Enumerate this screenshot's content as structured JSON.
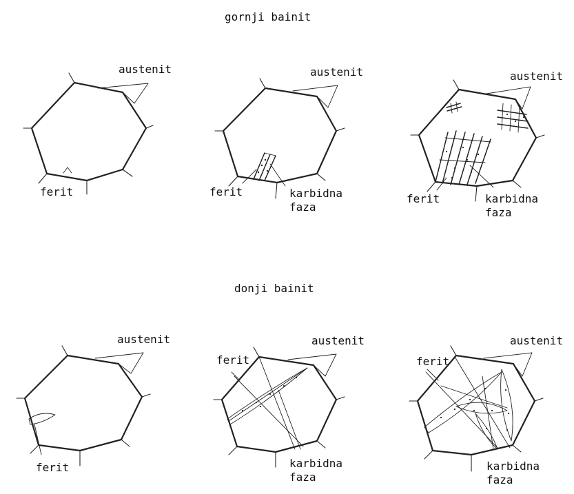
{
  "rows": [
    {
      "title": "gornji bainit",
      "panels": [
        {
          "austenite": "austenit",
          "ferrite": "ferit"
        },
        {
          "austenite": "austenit",
          "ferrite": "ferit",
          "carbide_line1": "karbidna",
          "carbide_line2": "faza"
        },
        {
          "austenite": "austenit",
          "ferrite": "ferit",
          "carbide_line1": "karbidna",
          "carbide_line2": "faza"
        }
      ]
    },
    {
      "title": "donji bainit",
      "panels": [
        {
          "austenite": "austenit",
          "ferrite": "ferit"
        },
        {
          "austenite": "austenit",
          "ferrite": "ferit",
          "carbide_line1": "karbidna",
          "carbide_line2": "faza"
        },
        {
          "austenite": "austenit",
          "ferrite": "ferit",
          "carbide_line1": "karbidna",
          "carbide_line2": "faza"
        }
      ]
    }
  ]
}
